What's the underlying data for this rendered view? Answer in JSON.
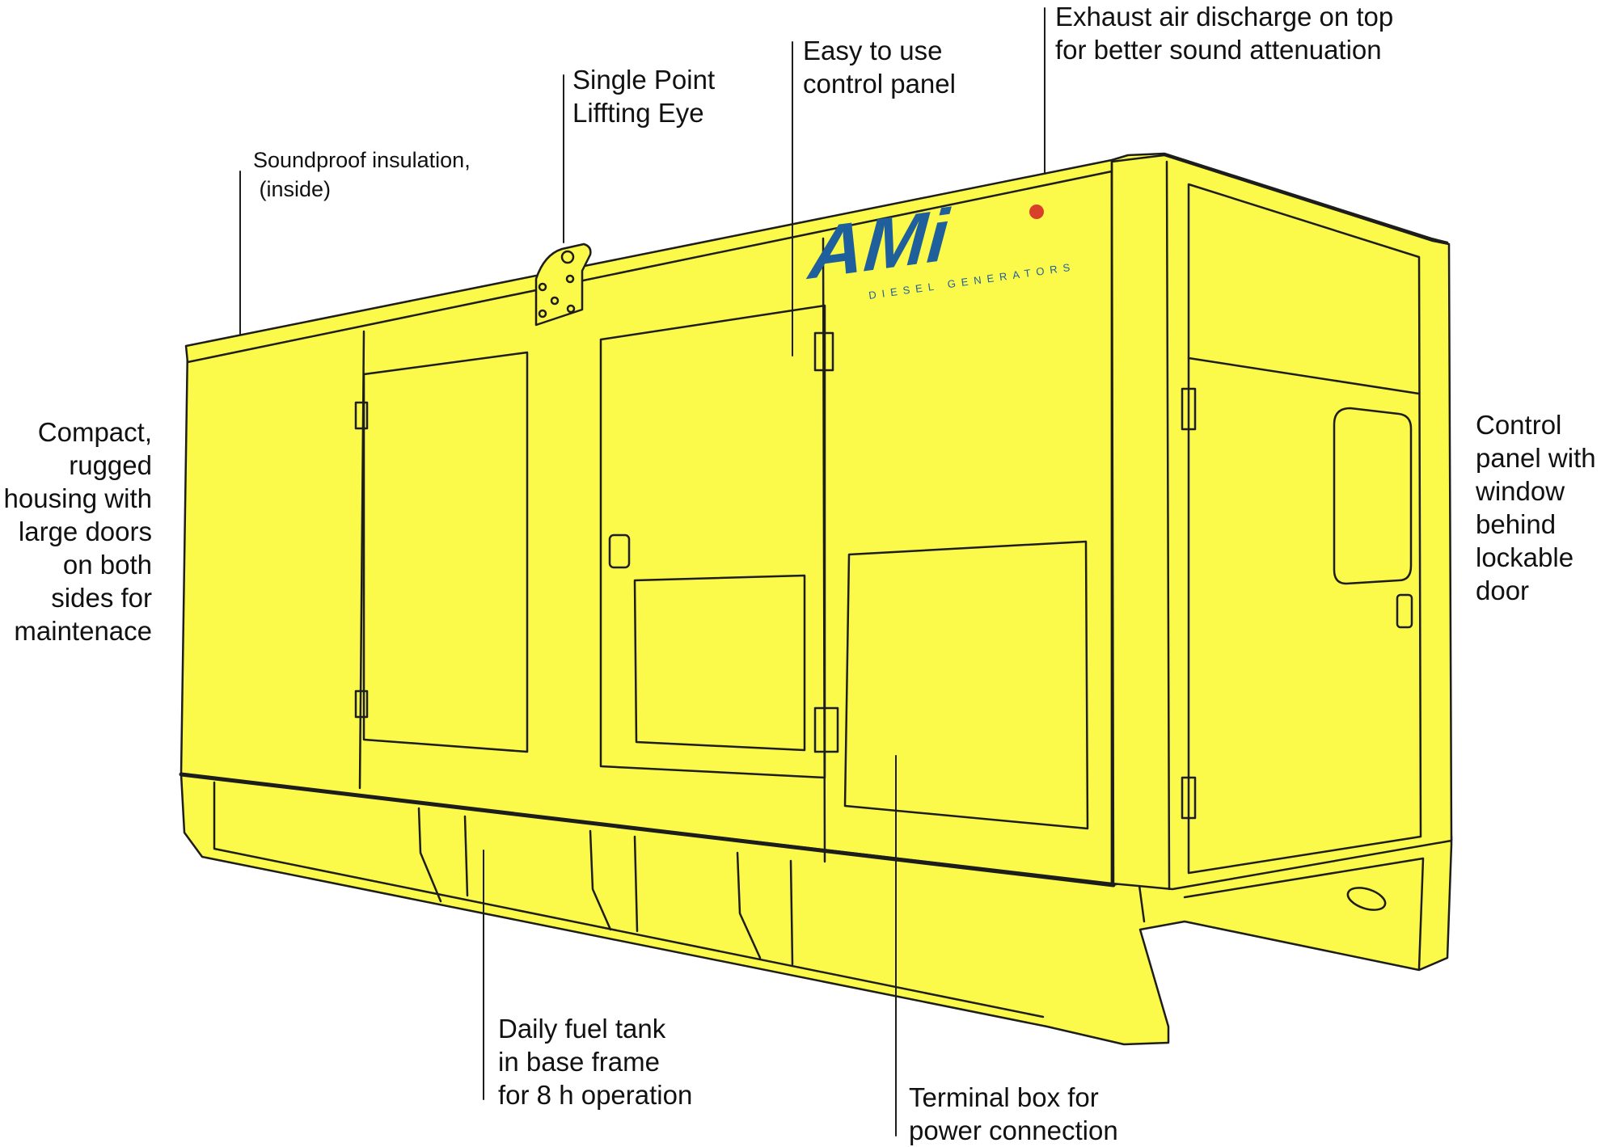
{
  "colors": {
    "housing": "#fbfa4a",
    "housing_shade": "#eeec3e",
    "outline": "#1d1d1b",
    "logo_blue": "#1f5f9b",
    "logo_red": "#d8402a"
  },
  "logo": {
    "mark": "AMi",
    "sub": "DIESEL GENERATORS"
  },
  "labels": {
    "soundproof": "Soundproof insulation,\n (inside)",
    "lifting_eye": "Single Point\nLiffting Eye",
    "control_panel": "Easy to use\ncontrol panel",
    "exhaust": "Exhaust air discharge on top\nfor better sound attenuation",
    "housing": "Compact,\nrugged\nhousing with\nlarge doors\non both\nsides for\nmaintenace",
    "window": "Control\npanel with\nwindow\nbehind\nlockable\ndoor",
    "fuel_tank": "Daily fuel tank\nin base frame\nfor 8 h operation",
    "terminal_box": "Terminal box for\npower connection"
  }
}
